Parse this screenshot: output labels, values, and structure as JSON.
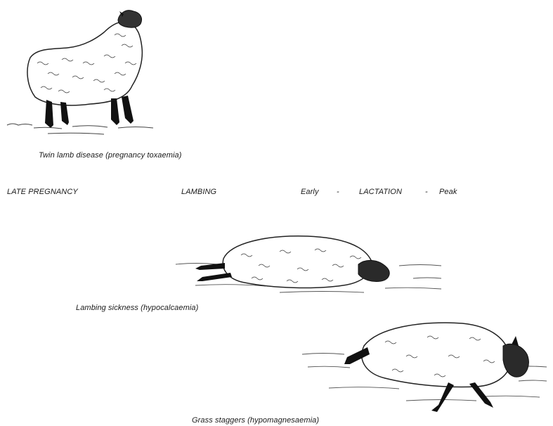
{
  "captions": {
    "twin_lamb": "Twin lamb disease (pregnancy toxaemia)",
    "lambing_sickness": "Lambing sickness (hypocalcaemia)",
    "grass_staggers": "Grass staggers (hypomagnesaemia)"
  },
  "timeline": {
    "late_pregnancy": "LATE PREGNANCY",
    "lambing": "LAMBING",
    "early": "Early",
    "dash1": "-",
    "lactation": "LACTATION",
    "dash2": "-",
    "peak": "Peak"
  }
}
